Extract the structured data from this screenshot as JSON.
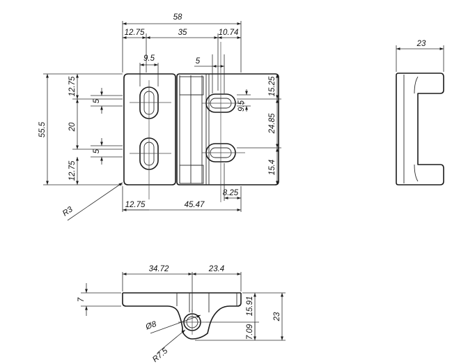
{
  "dimensions": {
    "overall_width": "58",
    "left_offset_top": "12.75",
    "center_span": "35",
    "right_offset": "10.74",
    "slot_width": "9.5",
    "slot_length": "5",
    "top_margin_left": "12.75",
    "slot_height_upper": "5",
    "slot_pitch": "20",
    "slot_height_lower": "5",
    "bottom_margin_left": "12.75",
    "overall_height": "55.5",
    "corner_radius": "R3",
    "bottom_offset": "12.75",
    "bottom_span": "45.47",
    "right_top": "15.25",
    "right_slot_width": "9.5",
    "right_pitch": "24.85",
    "right_bottom": "15.4",
    "right_slot_offset": "8.25",
    "side_thickness": "23",
    "bottom_left_span": "34.72",
    "bottom_right_span": "23.4",
    "flange_thickness": "7",
    "hole_diameter": "Ø8",
    "boss_radius": "R7.5",
    "hole_height": "7.09",
    "hole_to_top": "15.91",
    "total_depth": "23"
  }
}
